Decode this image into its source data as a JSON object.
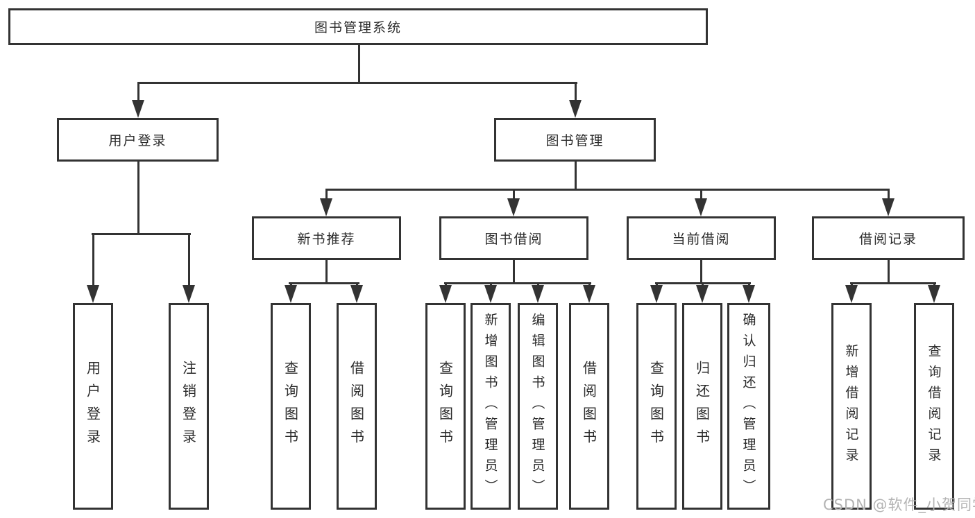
{
  "diagram": {
    "root": {
      "label": "图书管理系统"
    },
    "branches": [
      {
        "label": "用户登录",
        "children": [
          {
            "label": "用户登录"
          },
          {
            "label": "注销登录"
          }
        ]
      },
      {
        "label": "图书管理",
        "children": [
          {
            "label": "新书推荐",
            "children": [
              {
                "label": "查询图书"
              },
              {
                "label": "借阅图书"
              }
            ]
          },
          {
            "label": "图书借阅",
            "children": [
              {
                "label": "查询图书"
              },
              {
                "label": "新增图书（管理员）"
              },
              {
                "label": "编辑图书（管理员）"
              },
              {
                "label": "借阅图书"
              }
            ]
          },
          {
            "label": "当前借阅",
            "children": [
              {
                "label": "查询图书"
              },
              {
                "label": "归还图书"
              },
              {
                "label": "确认归还（管理员）"
              }
            ]
          },
          {
            "label": "借阅记录",
            "children": [
              {
                "label": "新增借阅记录"
              },
              {
                "label": "查询借阅记录"
              }
            ]
          }
        ]
      }
    ]
  },
  "watermark": {
    "text": "CSDN @软件_小贺同学"
  },
  "colors": {
    "line": "#333333",
    "text": "#2b2b2b",
    "watermark": "#b3b3b3",
    "background": "#ffffff"
  }
}
